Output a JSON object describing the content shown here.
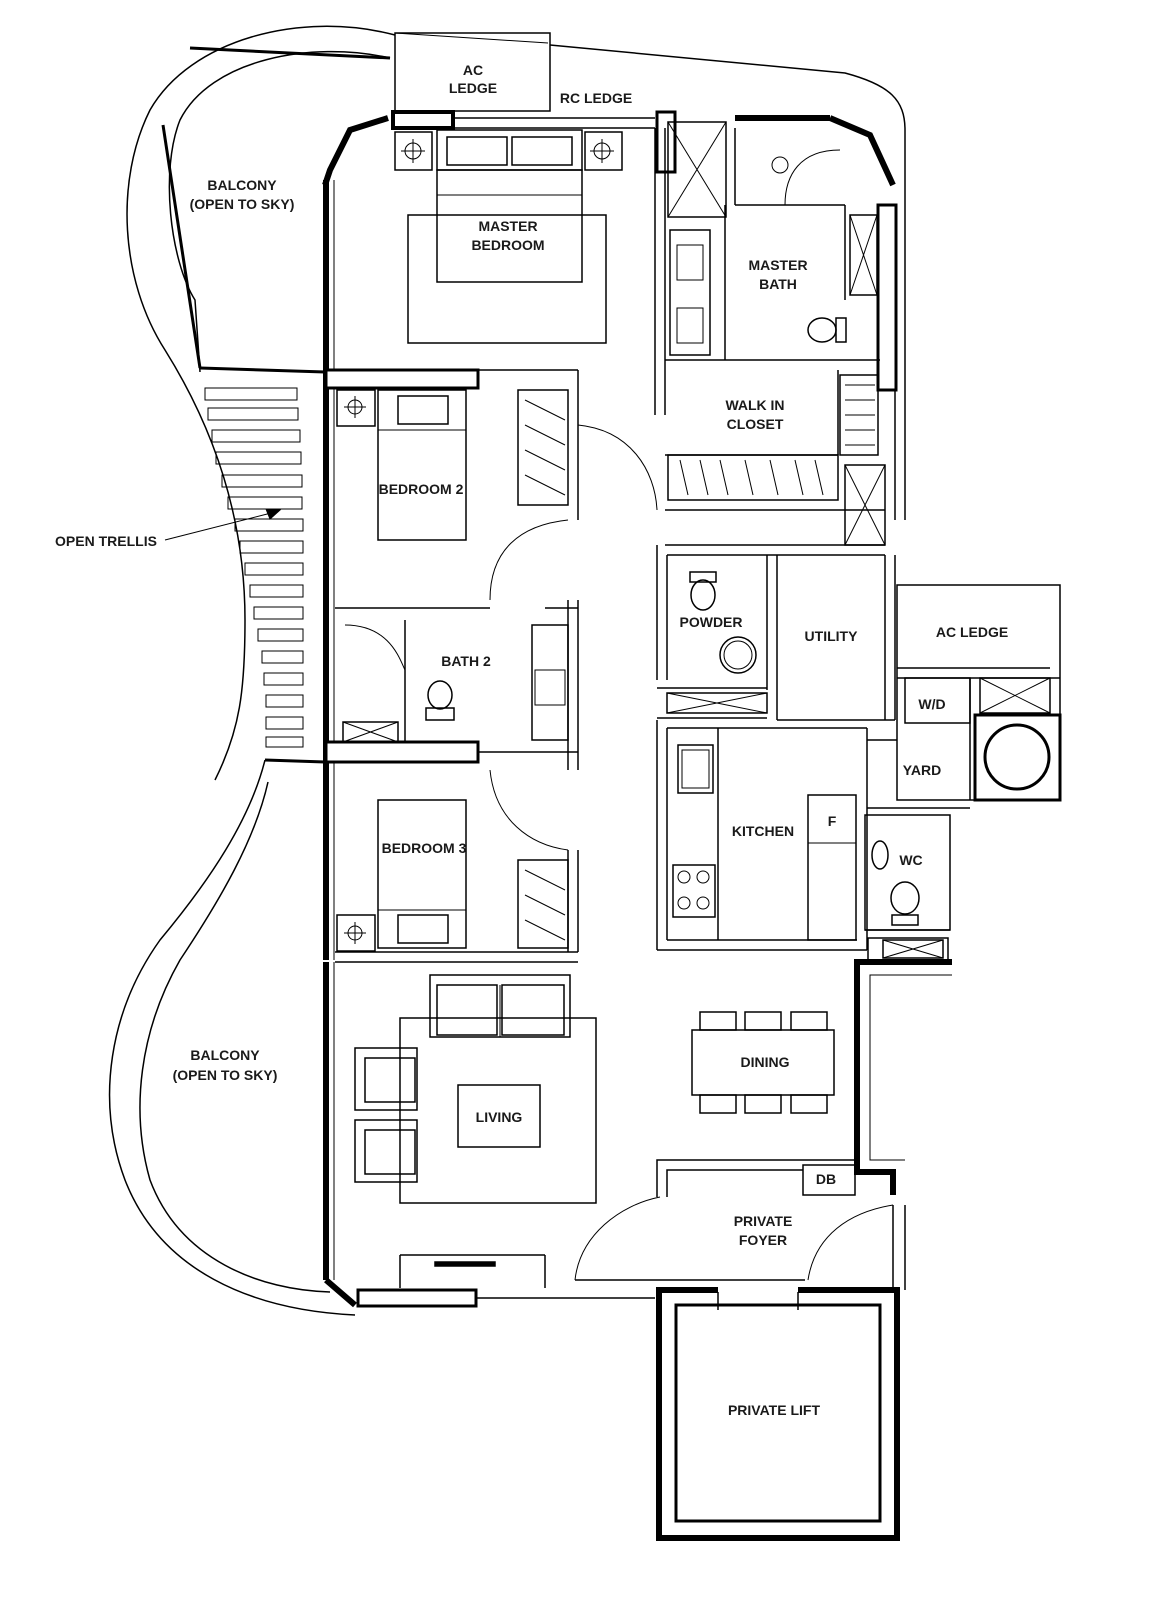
{
  "labels": {
    "ac_ledge_top": [
      "AC",
      "LEDGE"
    ],
    "rc_ledge": "RC LEDGE",
    "balcony_top": [
      "BALCONY",
      "(OPEN TO SKY)"
    ],
    "master_bedroom": [
      "MASTER",
      "BEDROOM"
    ],
    "master_bath": [
      "MASTER",
      "BATH"
    ],
    "walk_in_closet": [
      "WALK IN",
      "CLOSET"
    ],
    "bedroom_2": "BEDROOM 2",
    "open_trellis": "OPEN TRELLIS",
    "powder": "POWDER",
    "utility": "UTILITY",
    "ac_ledge_right": "AC LEDGE",
    "bath_2": "BATH 2",
    "wd": "W/D",
    "yard": "YARD",
    "kitchen": "KITCHEN",
    "fridge": "F",
    "wc": "WC",
    "bedroom_3": "BEDROOM 3",
    "balcony_bottom": [
      "BALCONY",
      "(OPEN TO SKY)"
    ],
    "dining": "DINING",
    "living": "LIVING",
    "db": "DB",
    "private_foyer": [
      "PRIVATE",
      "FOYER"
    ],
    "private_lift": "PRIVATE LIFT"
  }
}
